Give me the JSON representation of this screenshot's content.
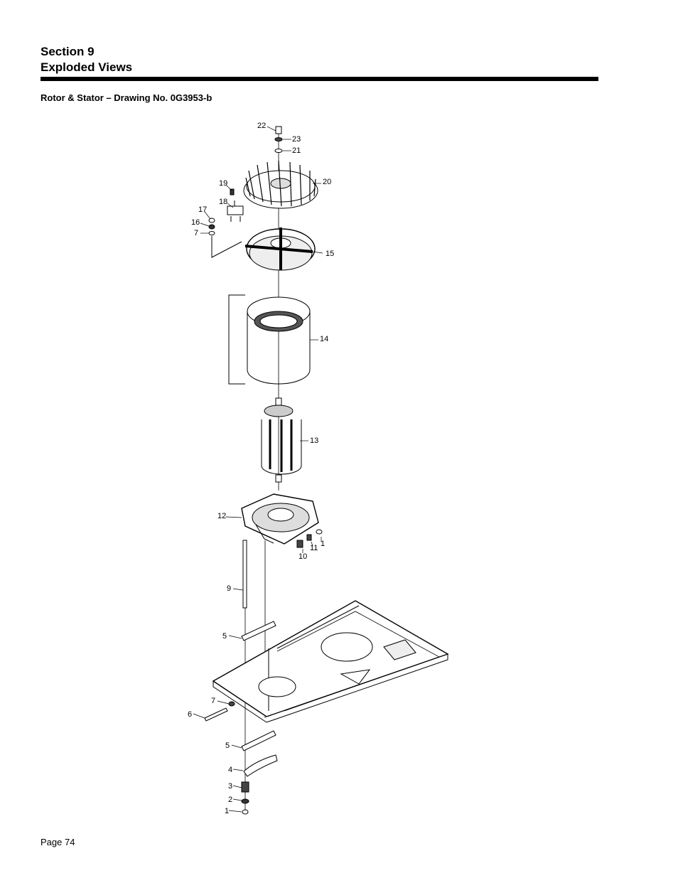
{
  "header": {
    "section": "Section 9",
    "title": "Exploded Views"
  },
  "drawing": {
    "title": "Rotor & Stator – Drawing No. 0G3953-b"
  },
  "callouts": [
    "22",
    "23",
    "21",
    "20",
    "19",
    "18",
    "17",
    "16",
    "7",
    "15",
    "14",
    "13",
    "12",
    "1",
    "11",
    "10",
    "9",
    "5",
    "7",
    "6",
    "5",
    "4",
    "3",
    "2",
    "1"
  ],
  "footer": {
    "page": "Page 74"
  }
}
